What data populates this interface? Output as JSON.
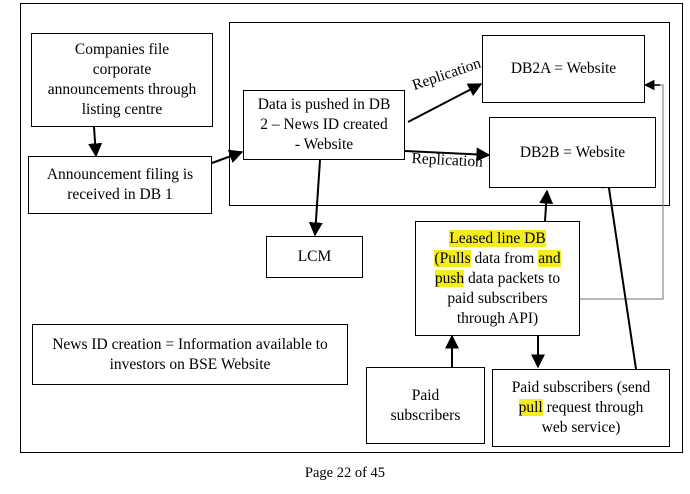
{
  "nodes": {
    "companies_file": [
      "Companies file",
      "corporate",
      "announcements through",
      "listing centre"
    ],
    "announcement_filing": [
      "Announcement filing is",
      "received in DB 1"
    ],
    "data_pushed": [
      "Data is pushed in DB",
      "2 – News ID created",
      "- Website"
    ],
    "db2a": "DB2A = Website",
    "db2b": "DB2B = Website",
    "lcm": "LCM",
    "leased_line": {
      "title": "Leased line DB",
      "l2_open": "(",
      "l2_pulls": "Pulls",
      "l2_rest1": " data from ",
      "l2_and": "and",
      "l3_push": "push",
      "l3_rest": " data packets to",
      "l4": "paid subscribers",
      "l5": "through API)"
    },
    "news_id": [
      "News ID creation = Information available to",
      "investors on BSE Website"
    ],
    "paid_subscribers": [
      "Paid",
      "subscribers"
    ],
    "paid_subscribers_send": {
      "l1": "Paid subscribers (send",
      "l2_pull": "pull",
      "l2_rest": " request through",
      "l3": "web service)"
    }
  },
  "edge_labels": {
    "replication_top": "Replication",
    "replication_bottom": "Replication"
  },
  "footer": {
    "page": "Page 22 of 45"
  },
  "colors": {
    "highlight": "#f5ec1e",
    "connector": "#8c8c8c"
  }
}
